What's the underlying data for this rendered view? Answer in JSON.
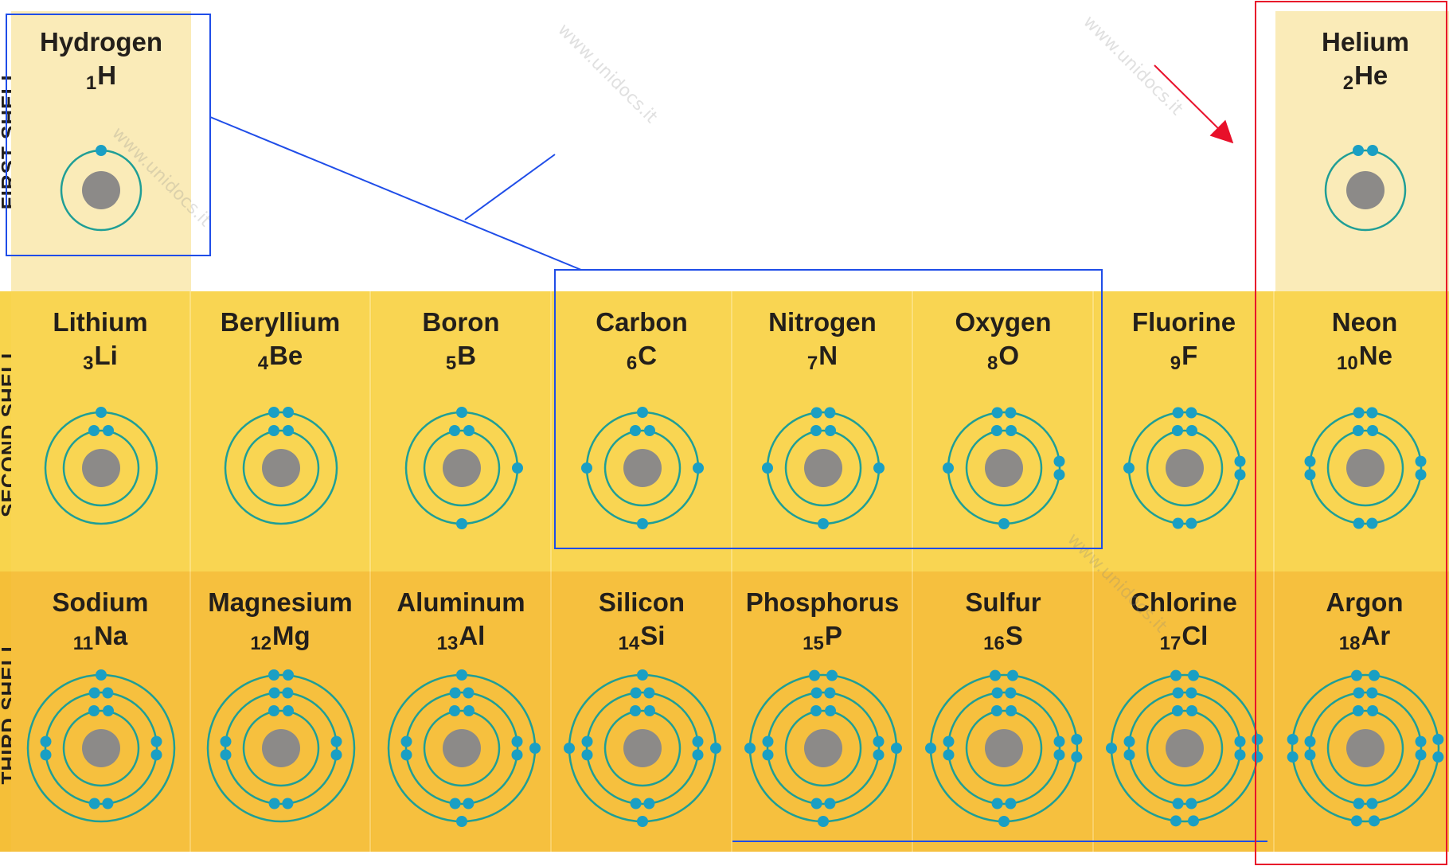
{
  "shell_labels": {
    "first": "FIRST SHELL",
    "second": "SECOND SHELL",
    "third": "THIRD SHELL"
  },
  "elements": [
    {
      "name": "Hydrogen",
      "number": "1",
      "symbol": "H",
      "shells": [
        1
      ]
    },
    {
      "name": "Helium",
      "number": "2",
      "symbol": "He",
      "shells": [
        2
      ]
    },
    {
      "name": "Lithium",
      "number": "3",
      "symbol": "Li",
      "shells": [
        2,
        1
      ]
    },
    {
      "name": "Beryllium",
      "number": "4",
      "symbol": "Be",
      "shells": [
        2,
        2
      ]
    },
    {
      "name": "Boron",
      "number": "5",
      "symbol": "B",
      "shells": [
        2,
        3
      ]
    },
    {
      "name": "Carbon",
      "number": "6",
      "symbol": "C",
      "shells": [
        2,
        4
      ]
    },
    {
      "name": "Nitrogen",
      "number": "7",
      "symbol": "N",
      "shells": [
        2,
        5
      ]
    },
    {
      "name": "Oxygen",
      "number": "8",
      "symbol": "O",
      "shells": [
        2,
        6
      ]
    },
    {
      "name": "Fluorine",
      "number": "9",
      "symbol": "F",
      "shells": [
        2,
        7
      ]
    },
    {
      "name": "Neon",
      "number": "10",
      "symbol": "Ne",
      "shells": [
        2,
        8
      ]
    },
    {
      "name": "Sodium",
      "number": "11",
      "symbol": "Na",
      "shells": [
        2,
        8,
        1
      ]
    },
    {
      "name": "Magnesium",
      "number": "12",
      "symbol": "Mg",
      "shells": [
        2,
        8,
        2
      ]
    },
    {
      "name": "Aluminum",
      "number": "13",
      "symbol": "Al",
      "shells": [
        2,
        8,
        3
      ]
    },
    {
      "name": "Silicon",
      "number": "14",
      "symbol": "Si",
      "shells": [
        2,
        8,
        4
      ]
    },
    {
      "name": "Phosphorus",
      "number": "15",
      "symbol": "P",
      "shells": [
        2,
        8,
        5
      ]
    },
    {
      "name": "Sulfur",
      "number": "16",
      "symbol": "S",
      "shells": [
        2,
        8,
        6
      ]
    },
    {
      "name": "Chlorine",
      "number": "17",
      "symbol": "Cl",
      "shells": [
        2,
        8,
        7
      ]
    },
    {
      "name": "Argon",
      "number": "18",
      "symbol": "Ar",
      "shells": [
        2,
        8,
        8
      ]
    }
  ],
  "colors": {
    "orbit": "#1f9e96",
    "electron": "#1a9fc4",
    "nucleus": "#8c8a88",
    "annotation_blue": "#1f4de8",
    "annotation_red": "#e8102a"
  },
  "watermark": "www.unidocs.it"
}
